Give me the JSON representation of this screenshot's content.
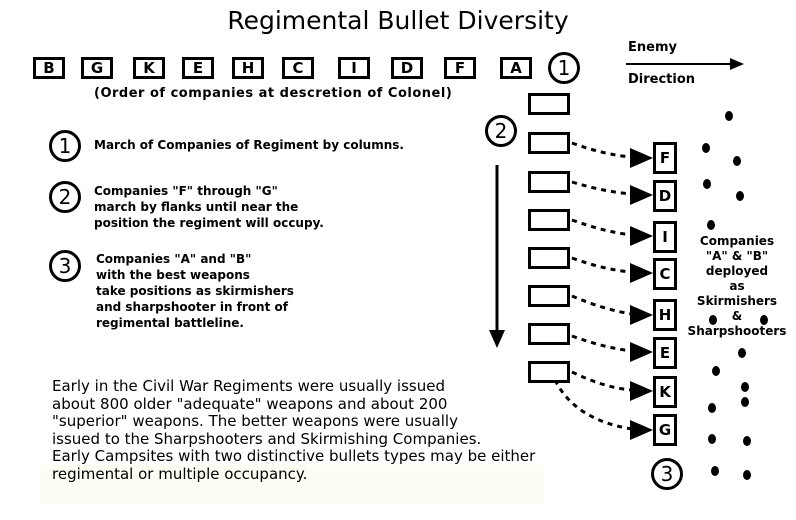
{
  "title": "Regimental Bullet Diversity",
  "company_order": [
    "B",
    "G",
    "K",
    "E",
    "H",
    "C",
    "I",
    "D",
    "F",
    "A"
  ],
  "subtitle": "(Order of companies at descretion of Colonel)",
  "markers": {
    "one": "1",
    "two": "2",
    "three": "3"
  },
  "steps": [
    {
      "number": "1",
      "text": "March of Companies of Regiment by columns."
    },
    {
      "number": "2",
      "text": "Companies \"F\" through \"G\"\nmarch by flanks until near the\nposition the regiment will occupy."
    },
    {
      "number": "3",
      "text": "Companies \"A\" and \"B\"\nwith the best weapons\ntake positions as skirmishers\nand sharpshooter in front of\nregimental battleline."
    }
  ],
  "enemy": {
    "label1": "Enemy",
    "label2": "Direction"
  },
  "battle_line": [
    "F",
    "D",
    "I",
    "C",
    "H",
    "E",
    "K",
    "G"
  ],
  "deployed_label": "Companies\n\"A\" & \"B\"\ndeployed\nas\nSkirmishers\n&\nSharpshooters",
  "notes": "Early in the Civil War Regiments were usually issued\nabout 800 older \"adequate\" weapons and about 200\n\"superior\" weapons. The better weapons were usually\nissued to the Sharpshooters and Skirmishing Companies.\nEarly Campsites with two distinctive bullets types may be either\nregimental or multiple occupancy."
}
